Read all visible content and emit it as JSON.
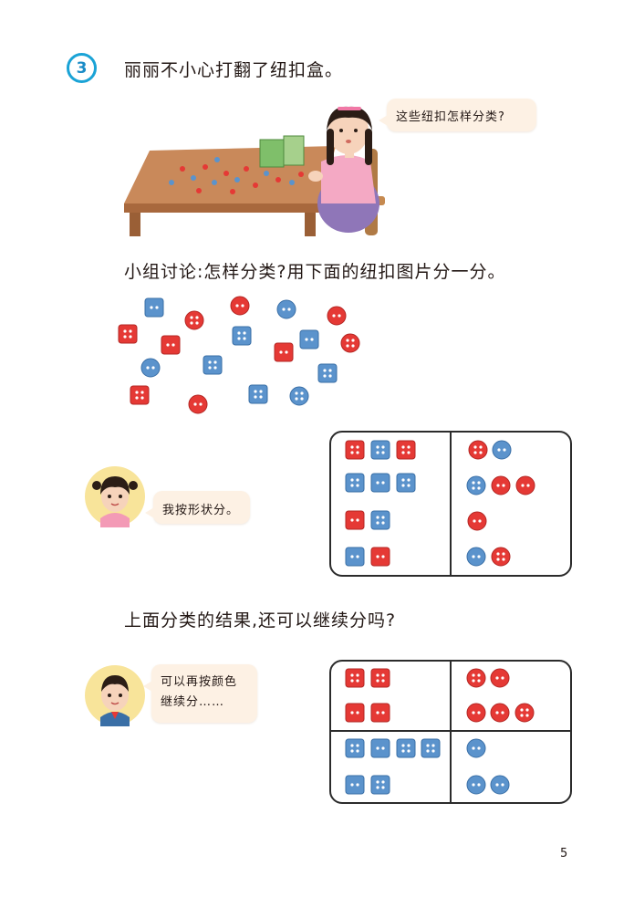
{
  "problem": {
    "number": "3",
    "title": "丽丽不小心打翻了纽扣盒。",
    "girl_question": "这些纽扣怎样分类?"
  },
  "discussion": {
    "prompt": "小组讨论:怎样分类?用下面的纽扣图片分一分。"
  },
  "shape_sort": {
    "speech": "我按形状分。"
  },
  "continue": {
    "question": "上面分类的结果,还可以继续分吗?",
    "speech_line1": "可以再按颜色",
    "speech_line2": "继续分……"
  },
  "page_number": "5",
  "colors": {
    "red": "#e53935",
    "blue": "#5b93cc",
    "badge": "#1aa3d6"
  }
}
